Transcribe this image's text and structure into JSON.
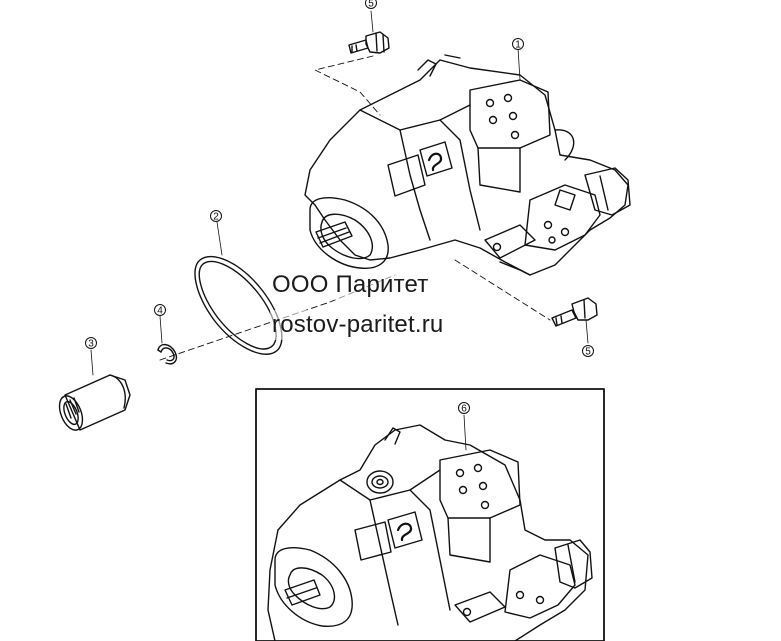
{
  "callouts": {
    "c1": "1",
    "c2": "2",
    "c3": "3",
    "c4": "4",
    "c5": "5",
    "c6": "6"
  },
  "watermark": {
    "line1": "ООО Паритет",
    "line2": "rostov-paritet.ru"
  }
}
